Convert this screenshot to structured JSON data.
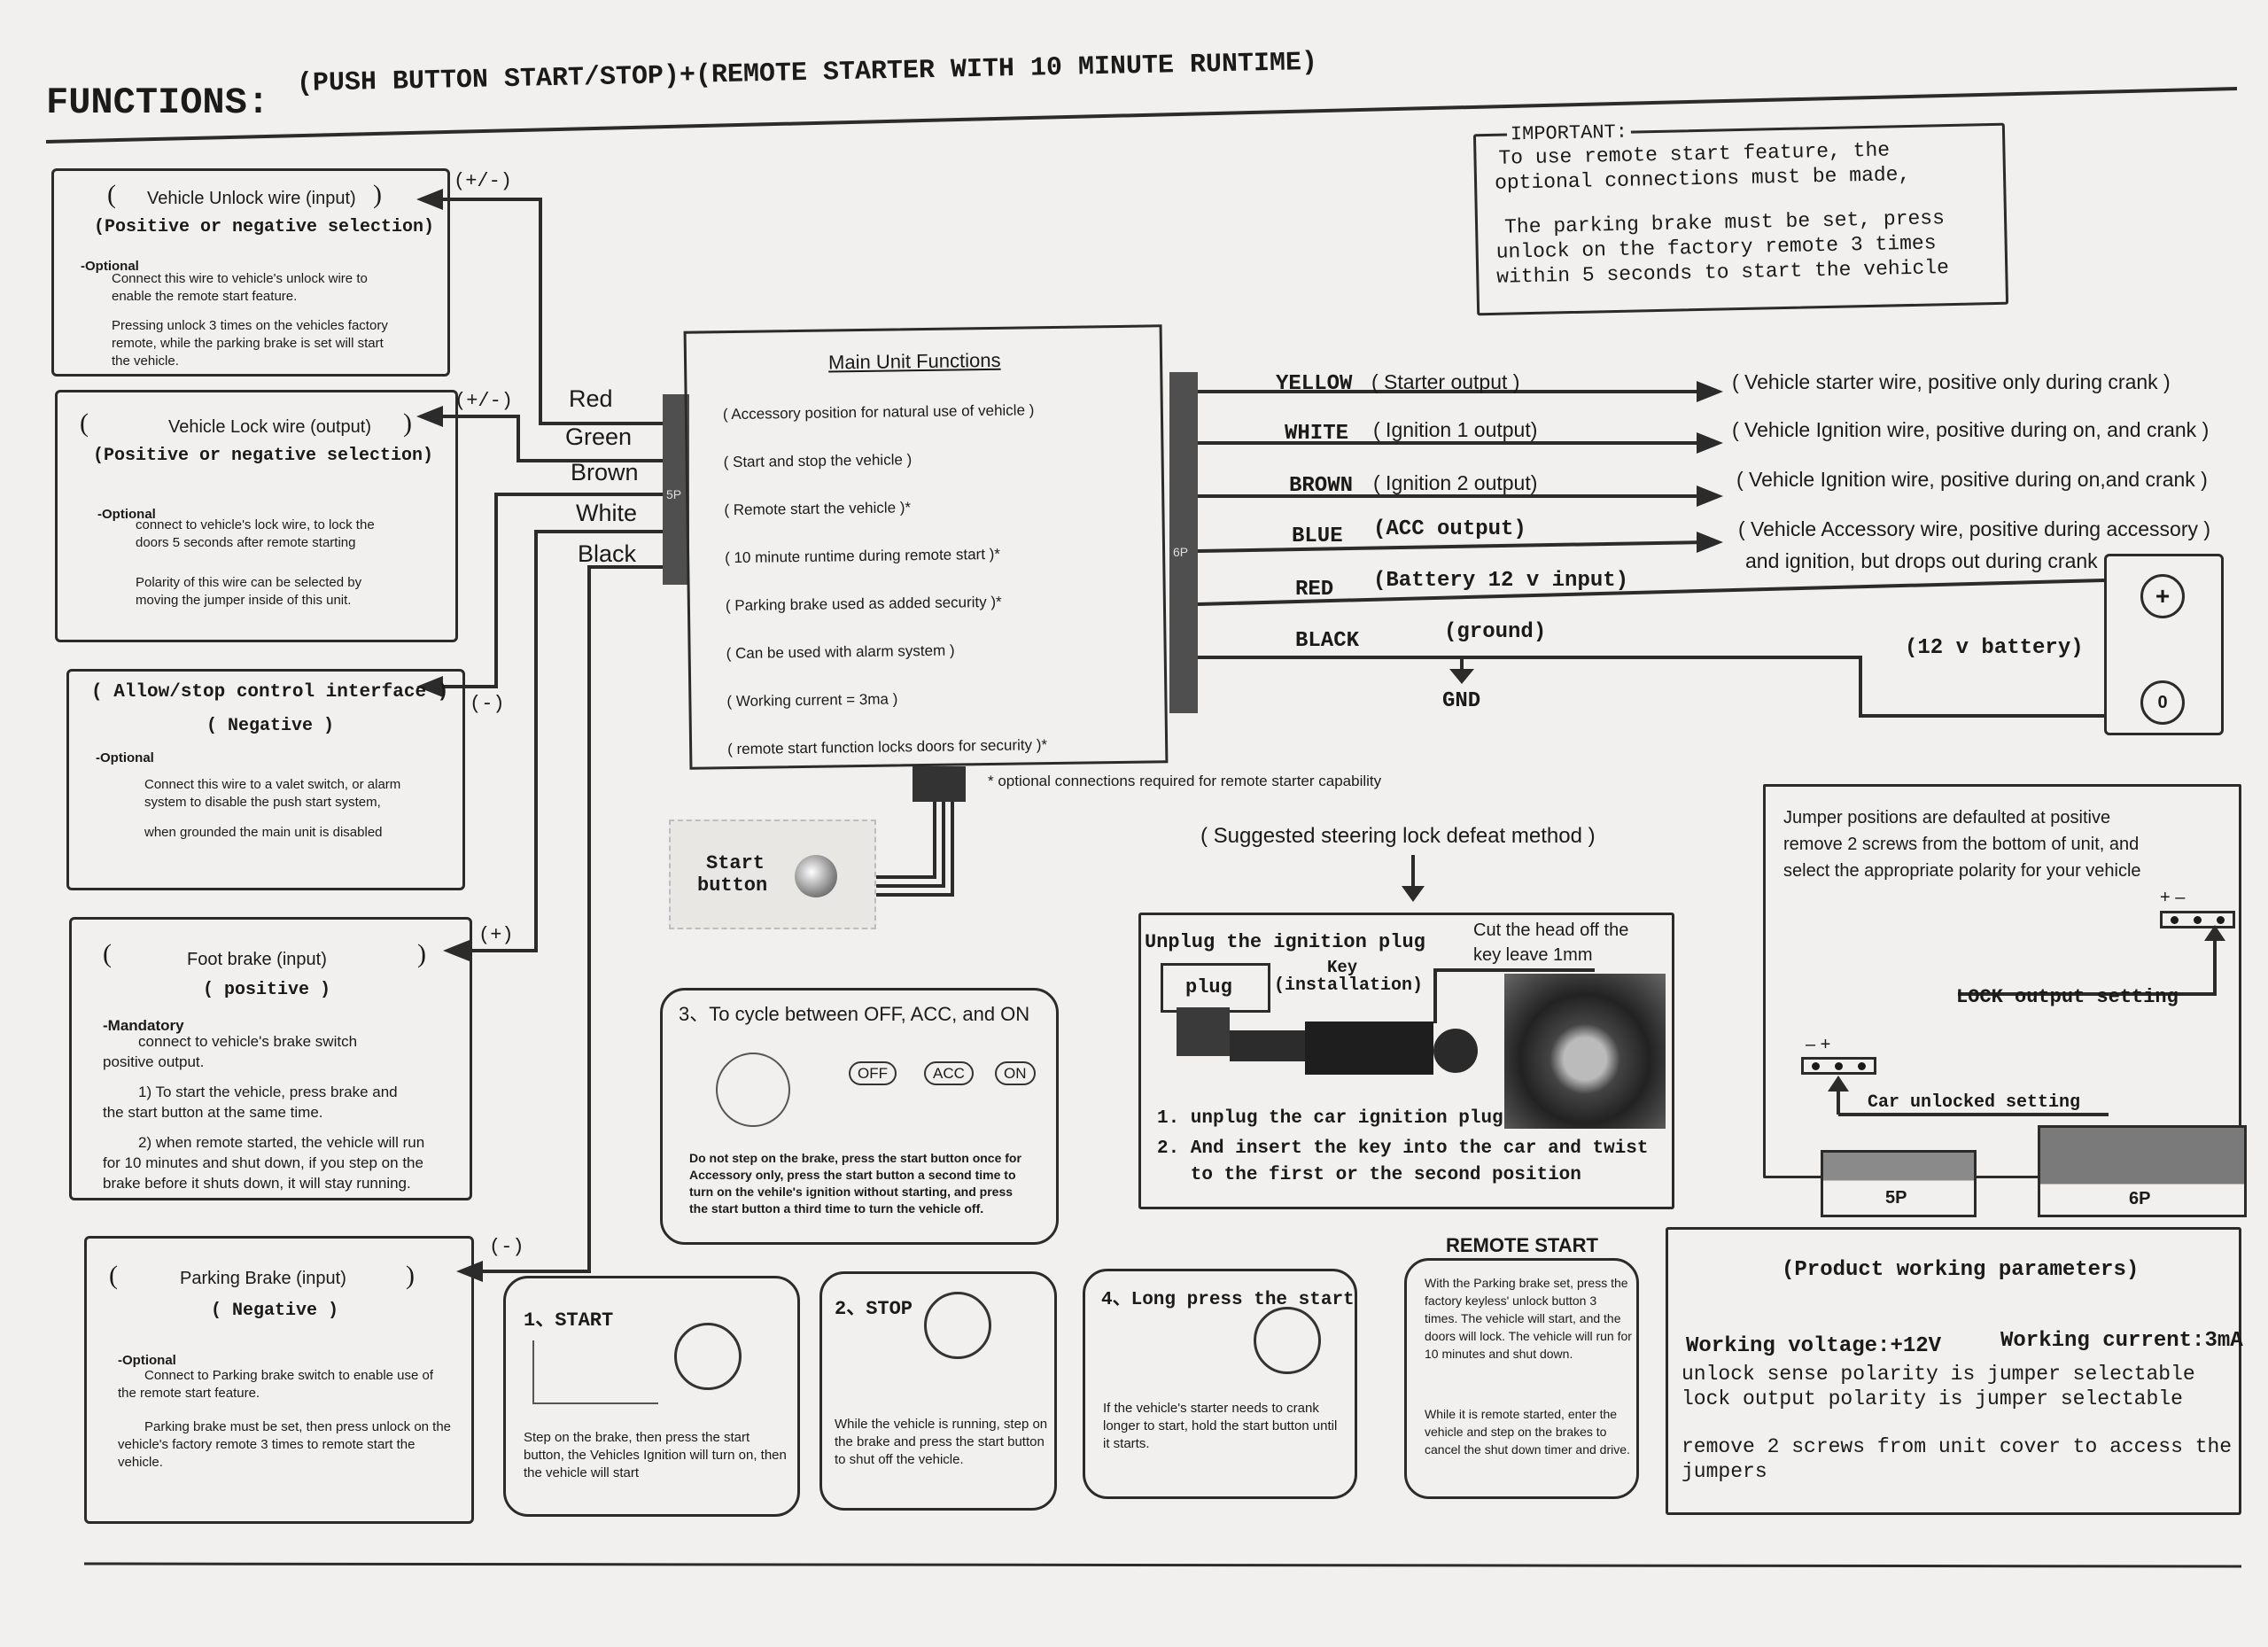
{
  "header": {
    "title": "FUNCTIONS:",
    "subtitle": "(PUSH BUTTON START/STOP)+(REMOTE STARTER WITH 10 MINUTE RUNTIME)"
  },
  "important": {
    "heading": "IMPORTANT:",
    "line1": "To use remote start feature, the",
    "line2": "optional connections must be made,",
    "line3": "The parking brake must be set, press",
    "line4": "unlock on the factory remote 3 times",
    "line5": "within 5 seconds to start the vehicle"
  },
  "left_boxes": {
    "unlock": {
      "open": "(",
      "title": "Vehicle Unlock wire (input)",
      "close": ")",
      "selection": "(Positive or negative selection)",
      "tag": "-Optional",
      "text1": "Connect this wire to vehicle's unlock wire to enable the remote start feature.",
      "text2": "Pressing unlock 3 times on the vehicles factory remote, while the parking brake is set will start the vehicle.",
      "polarity": "(+/-)"
    },
    "lock": {
      "open": "(",
      "title": "Vehicle Lock wire (output)",
      "close": ")",
      "selection": "(Positive or negative selection)",
      "tag": "-Optional",
      "text1": "connect to vehicle's lock wire, to lock the doors 5 seconds after remote starting",
      "text2": "Polarity of this wire can be selected by moving the jumper inside of this unit.",
      "polarity": "(+/-)"
    },
    "allow": {
      "title": "( Allow/stop control interface )",
      "sub": "( Negative )",
      "tag": "-Optional",
      "text1": "Connect this wire to a valet switch, or alarm system to disable the push start system,",
      "text2": "when grounded the main unit is disabled",
      "polarity": "(-)"
    },
    "foot": {
      "open": "(",
      "title": "Foot brake (input)",
      "close": ")",
      "sub": "( positive )",
      "tag": "-Mandatory",
      "text1": "connect to vehicle's brake switch positive output.",
      "text2": "1) To start the vehicle, press brake and the start button at the same time.",
      "text3": "2) when remote started, the vehicle will run for 10 minutes and shut down, if you step on the brake before it shuts down, it will stay running.",
      "polarity": "(+)"
    },
    "parking": {
      "open": "(",
      "title": "Parking Brake (input)",
      "close": ")",
      "sub": "( Negative )",
      "tag": "-Optional",
      "text1": "Connect to Parking brake switch to enable use of the remote start feature.",
      "text2": "Parking brake must be set, then press unlock on the vehicle's factory remote 3 times to remote start the vehicle.",
      "polarity": "(-)"
    }
  },
  "wires_5p": [
    "Red",
    "Green",
    "Brown",
    "White",
    "Black"
  ],
  "connector_5p": "5P",
  "connector_6p": "6P",
  "main_unit": {
    "title": "Main Unit Functions",
    "items": [
      "( Accessory position for natural use of vehicle )",
      "( Start and stop the vehicle )",
      "( Remote start the vehicle )*",
      "( 10 minute runtime during remote start )*",
      "( Parking brake used as added security )*",
      "( Can be used with alarm system )",
      "( Working current = 3ma )",
      "( remote start function locks doors for security )*"
    ]
  },
  "note_optional": "* optional connections required for remote starter capability",
  "start_button": {
    "line1": "Start",
    "line2": "button"
  },
  "outputs_6p": [
    {
      "color": "YELLOW",
      "label": "( Starter   output )",
      "desc": "( Vehicle starter wire, positive only during crank      )"
    },
    {
      "color": "WHITE",
      "label": "(  Ignition 1  output)",
      "desc": "( Vehicle Ignition wire, positive during on, and crank  )"
    },
    {
      "color": "BROWN",
      "label": "(  Ignition 2  output)",
      "desc": "( Vehicle Ignition wire, positive during on,and crank  )"
    },
    {
      "color": "BLUE",
      "label": "(ACC output)",
      "desc": "( Vehicle Accessory wire, positive during accessory   )"
    },
    {
      "color": "RED",
      "label": "(Battery 12 v input)",
      "desc": ""
    },
    {
      "color": "BLACK",
      "label": "(ground)",
      "desc": ""
    }
  ],
  "acc_desc2": "and ignition, but drops out during crank",
  "gnd": "GND",
  "battery": {
    "label": "(12 v battery)",
    "plus": "+",
    "minus": "0"
  },
  "jumper": {
    "text1": "Jumper positions are defaulted at positive",
    "text2": "remove 2 screws from the bottom of unit, and",
    "text3": "select the appropriate polarity for your vehicle",
    "plus_minus": "+  –",
    "lock_setting": "LOCK output setting",
    "minus_plus": "–  +",
    "unlock_setting": "Car unlocked setting",
    "p5": "5P",
    "p6": "6P"
  },
  "steering": {
    "title": "( Suggested steering lock defeat method )",
    "unplug": "Unplug the ignition plug",
    "cut": "Cut the head off the",
    "cut2": "key  leave 1mm",
    "plug": "plug",
    "key": "Key",
    "installation": "(installation)",
    "step1": "1. unplug the car ignition plug",
    "step2": "2. And insert the key into the car and twist",
    "step3": "   to the first or the second position"
  },
  "cycle": {
    "title": "3、To cycle between OFF, ACC, and ON",
    "off": "OFF",
    "acc": "ACC",
    "on": "ON",
    "text": "Do not step on the brake, press the start button once for Accessory only, press the start button a second time to turn on the vehile's ignition without starting, and press the start button a third time to turn the vehicle off."
  },
  "start": {
    "title": "1、START",
    "text": "Step on the brake, then press the start button, the Vehicles Ignition will turn on, then the vehicle will start"
  },
  "stop": {
    "title": "2、STOP",
    "text": "While the vehicle is running, step on the brake and press the start button to shut off the vehicle."
  },
  "long_press": {
    "title": "4、Long press the start",
    "text": "If the vehicle's starter needs to crank longer to start, hold the start button until it starts."
  },
  "remote_start": {
    "title": "REMOTE START",
    "text1": "With the Parking brake set, press the factory keyless' unlock button 3 times. The vehicle will start, and the doors will lock. The vehicle will run for 10 minutes and shut down.",
    "text2": "While it is remote started, enter the vehicle and step on the brakes to cancel the shut down timer and drive."
  },
  "params": {
    "title": "(Product working parameters)",
    "voltage": "Working voltage:+12V",
    "current": "Working current:3mA",
    "line1": "unlock sense polarity is jumper selectable",
    "line2": "lock output polarity is jumper selectable",
    "line3": "remove 2 screws from unit cover to access the",
    "line4": "jumpers"
  }
}
